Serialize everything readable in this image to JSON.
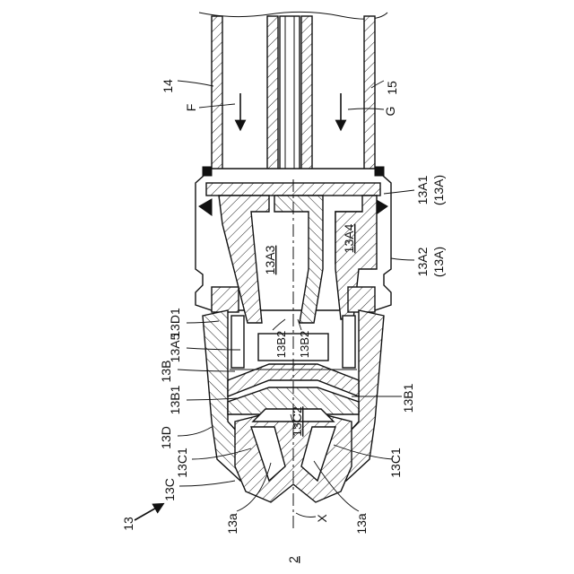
{
  "figure": {
    "title": "2",
    "rotated_text_note": "all text in drawing is rotated -90 degrees",
    "labels": {
      "tube_left": "14",
      "tube_right": "15",
      "flow_left": "F",
      "flow_right": "G",
      "part_13A1": "13A1",
      "part_13A1_group": "(13A)",
      "part_13A2": "13A2",
      "part_13A2_group": "(13A)",
      "channel_13A3": "13A3",
      "channel_13A4": "13A4",
      "part_13D1": "13D1",
      "part_13A5": "13A5",
      "part_13B2_left": "13B2",
      "part_13B2_right": "13B2",
      "part_13B": "13B",
      "part_13B1_left": "13B1",
      "part_13B1_right": "13B1",
      "part_13C2": "13C2",
      "part_13D": "13D",
      "part_13C1_left": "13C1",
      "part_13C1_right": "13C1",
      "part_13C": "13C",
      "tip_13a_left": "13a",
      "tip_13a_right": "13a",
      "axis_X": "X",
      "assembly_13": "13"
    }
  }
}
